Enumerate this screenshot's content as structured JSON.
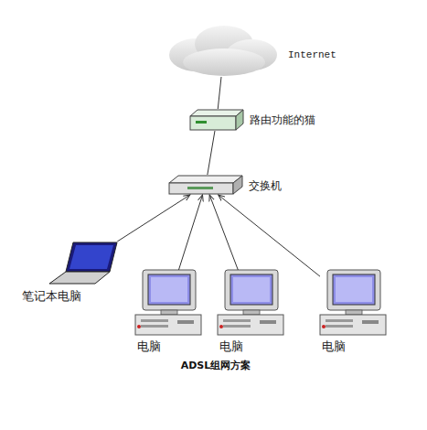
{
  "diagram": {
    "caption": "ADSL组网方案",
    "nodes": [
      {
        "text": [
          "Internet"
        ]
      },
      {
        "text": [
          "路由功能的猫"
        ]
      },
      {
        "text": [
          "交换机"
        ]
      },
      {
        "text": [
          "笔记本电脑"
        ]
      },
      {
        "text": [
          "电脑"
        ]
      },
      {
        "text": [
          "电脑"
        ]
      },
      {
        "text": [
          "电脑"
        ]
      }
    ],
    "edges": [
      {
        "from": 0,
        "to": 1,
        "arrow": "none"
      },
      {
        "from": 1,
        "to": 2,
        "arrow": "none"
      },
      {
        "from": 3,
        "to": 2,
        "arrow": "to"
      },
      {
        "from": 4,
        "to": 2,
        "arrow": "to"
      },
      {
        "from": 5,
        "to": 2,
        "arrow": "to"
      },
      {
        "from": 6,
        "to": 2,
        "arrow": "to"
      }
    ]
  }
}
